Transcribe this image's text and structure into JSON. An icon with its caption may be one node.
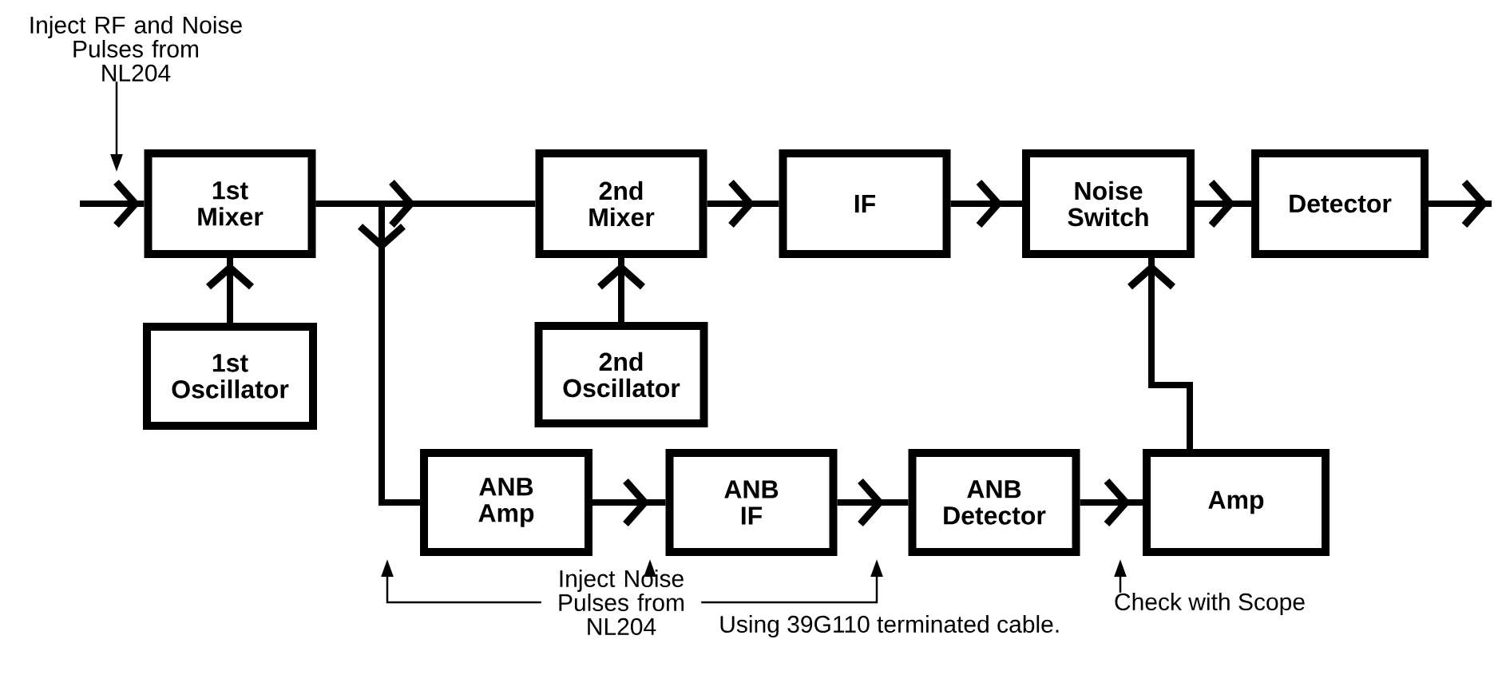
{
  "diagram": {
    "nodes": [
      {
        "text": [
          "Inject RF and Noise Pulses from NL204"
        ]
      },
      {
        "text": [
          "1st Mixer"
        ]
      },
      {
        "text": [
          "1st Oscillator"
        ]
      },
      {
        "text": [
          "2nd Mixer"
        ]
      },
      {
        "text": [
          "2nd Oscillator"
        ]
      },
      {
        "text": [
          "IF"
        ]
      },
      {
        "text": [
          "Noise Switch"
        ]
      },
      {
        "text": [
          "Detector"
        ]
      },
      {
        "text": [
          "ANB Amp"
        ]
      },
      {
        "text": [
          "ANB IF"
        ]
      },
      {
        "text": [
          "ANB Detector"
        ]
      },
      {
        "text": [
          "Amp"
        ]
      },
      {
        "text": [
          "Inject Noise Pulses from NL204"
        ]
      },
      {
        "text": [
          "Check with Scope"
        ]
      }
    ],
    "edges": [
      {
        "from": 0,
        "to": null,
        "arrow": "to"
      },
      {
        "from": null,
        "to": 1,
        "arrow": "to"
      },
      {
        "from": 2,
        "to": 1,
        "arrow": "to"
      },
      {
        "from": 1,
        "to": 3,
        "arrow": "to"
      },
      {
        "from": 1,
        "to": 8,
        "arrow": "to"
      },
      {
        "from": 4,
        "to": 3,
        "arrow": "to"
      },
      {
        "from": 3,
        "to": 5,
        "arrow": "to"
      },
      {
        "from": 5,
        "to": 6,
        "arrow": "to"
      },
      {
        "from": 6,
        "to": 7,
        "arrow": "to"
      },
      {
        "from": 7,
        "to": null,
        "arrow": "to"
      },
      {
        "from": 8,
        "to": 9,
        "arrow": "to"
      },
      {
        "from": 9,
        "to": 10,
        "arrow": "to"
      },
      {
        "from": 10,
        "to": 11,
        "arrow": "to"
      },
      {
        "from": 11,
        "to": 6,
        "arrow": "to"
      },
      {
        "from": 12,
        "to": null,
        "arrow": "to"
      },
      {
        "from": 12,
        "to": null,
        "arrow": "to"
      },
      {
        "from": 12,
        "to": null,
        "arrow": "to"
      },
      {
        "from": 13,
        "to": null,
        "arrow": "to"
      }
    ],
    "labels": [
      "Using 39G110 terminated cable."
    ]
  }
}
